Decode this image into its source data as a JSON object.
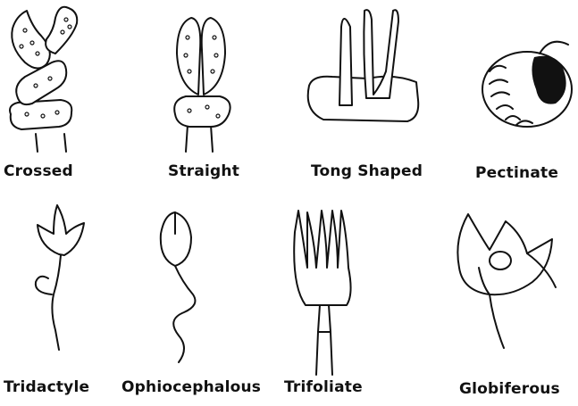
{
  "labels": {
    "crossed": "Crossed",
    "straight": "Straight",
    "tong_shaped": "Tong Shaped",
    "pectinate": "Pectinate",
    "tridactyle": "Tridactyle",
    "ophiocephalous": "Ophiocephalous",
    "trifoliate": "Trifoliate",
    "globiferous": "Globiferous"
  }
}
